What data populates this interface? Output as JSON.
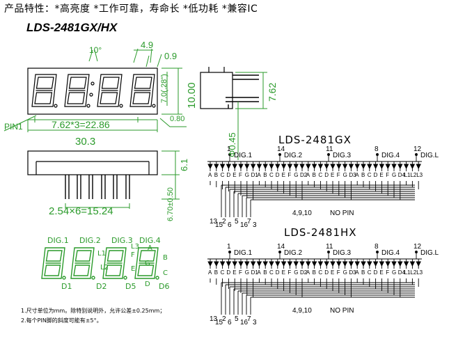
{
  "header": {
    "features": "产品特性：*高亮度 *工作可靠，寿命长 *低功耗 *兼容IC",
    "model": "LDS-2481GX/HX"
  },
  "front_view": {
    "angle": "10°",
    "seg_width": "4.9",
    "gap": "0.9",
    "digit_height": "7.0(.28\")",
    "body_height": "10.00",
    "pin1": "PIN1",
    "pitch": "7.62*3=22.86",
    "seg_thick": "0.80",
    "total_width": "30.3"
  },
  "side_view": {
    "depth": "7.62",
    "pin_dia": "Φ0.45"
  },
  "bottom_view": {
    "body_h": "6.1",
    "pin_len": "6.70±0.50",
    "pin_pitch": "2.54×6=15.24"
  },
  "segment_map": {
    "digs": [
      "DIG.1",
      "DIG.2",
      "DIG.3",
      "DIG.4"
    ],
    "labels": [
      "A",
      "F",
      "B",
      "G",
      "E",
      "C",
      "D"
    ],
    "dps": [
      "D1",
      "D2",
      "D5",
      "D6"
    ],
    "l1": "L1",
    "l2": "L2",
    "l3": "L3"
  },
  "circuits": [
    {
      "title": "LDS-2481GX",
      "top_pins": [
        "1",
        "14",
        "11",
        "8",
        "12"
      ],
      "dig_labels": [
        "DIG.1",
        "DIG.2",
        "DIG.3",
        "DIG.4",
        "DIG.L"
      ],
      "seg_row": [
        "A",
        "B",
        "C",
        "D",
        "E",
        "F",
        "G",
        "D1",
        "A",
        "B",
        "C",
        "D",
        "E",
        "F",
        "G",
        "D2",
        "A",
        "B",
        "C",
        "D",
        "E",
        "F",
        "G",
        "D3",
        "A",
        "B",
        "C",
        "D",
        "E",
        "F",
        "G",
        "D4",
        "L1",
        "L2",
        "L3"
      ],
      "bottom_pins": [
        "13",
        "15",
        "2",
        "6",
        "5",
        "16",
        "7",
        "3"
      ],
      "nc_pins": "4,9,10",
      "nc_label": "NO  PIN"
    },
    {
      "title": "LDS-2481HX",
      "top_pins": [
        "1",
        "14",
        "11",
        "8",
        "12"
      ],
      "dig_labels": [
        "DIG.1",
        "DIG.2",
        "DIG.3",
        "DIG.4",
        "DIG.L"
      ],
      "seg_row": [
        "A",
        "B",
        "C",
        "D",
        "E",
        "F",
        "G",
        "D1",
        "A",
        "B",
        "C",
        "D",
        "E",
        "F",
        "G",
        "D2",
        "A",
        "B",
        "C",
        "D",
        "E",
        "F",
        "G",
        "D3",
        "A",
        "B",
        "C",
        "D",
        "E",
        "F",
        "G",
        "D4",
        "L1",
        "L2",
        "L3"
      ],
      "bottom_pins": [
        "13",
        "15",
        "2",
        "6",
        "5",
        "16",
        "7",
        "3"
      ],
      "nc_pins": "4,9,10",
      "nc_label": "NO  PIN"
    }
  ],
  "notes": [
    "1.尺寸单位为mm。除特别说明外，允许公差±0.25mm；",
    "2.每个PIN脚的斜度可能有±5°。"
  ]
}
